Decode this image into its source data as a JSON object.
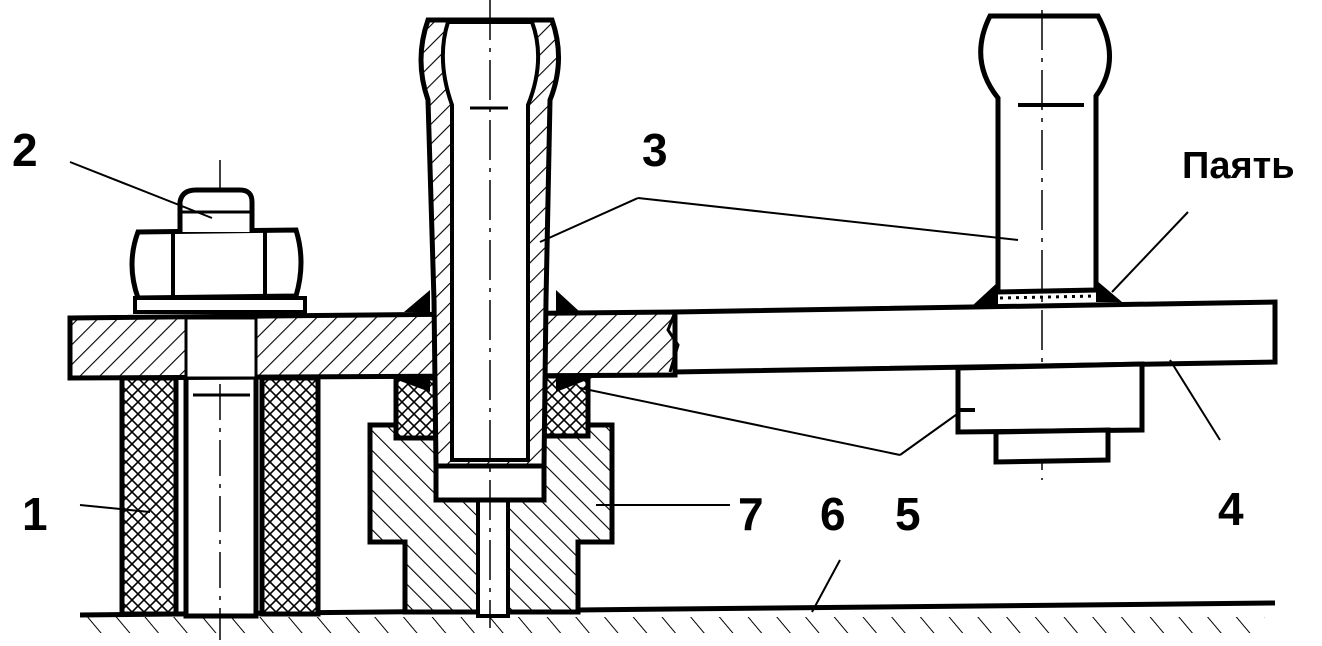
{
  "labels": {
    "n1": "1",
    "n2": "2",
    "n3": "3",
    "n4": "4",
    "n5": "5",
    "n6": "6",
    "n7": "7",
    "solder": "Паять"
  },
  "colors": {
    "ink": "#000000",
    "paper": "#ffffff"
  }
}
